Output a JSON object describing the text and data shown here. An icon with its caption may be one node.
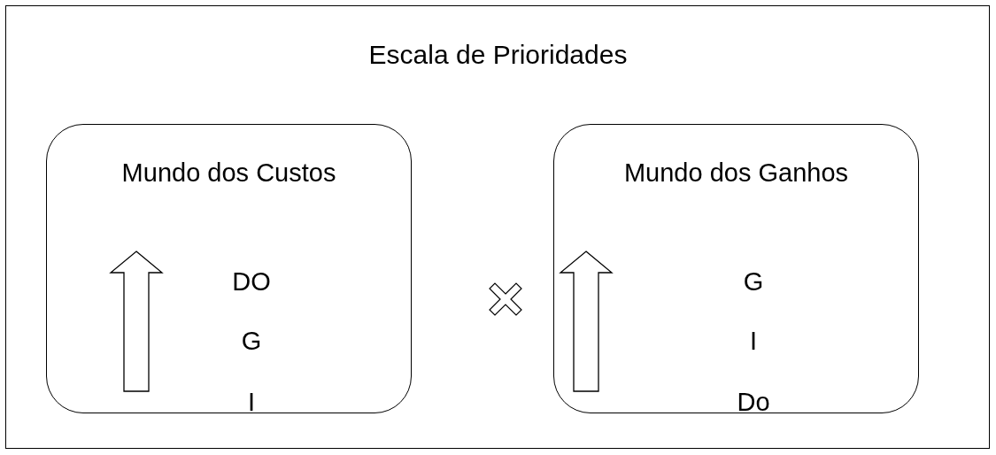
{
  "diagram": {
    "title": "Escala de Prioridades",
    "nodes": [
      {
        "text": [
          "Mundo dos Custos",
          "DO",
          "G",
          "I"
        ]
      },
      {
        "text": [
          "Mundo dos Ganhos",
          "G",
          "I",
          "Do"
        ]
      }
    ]
  }
}
